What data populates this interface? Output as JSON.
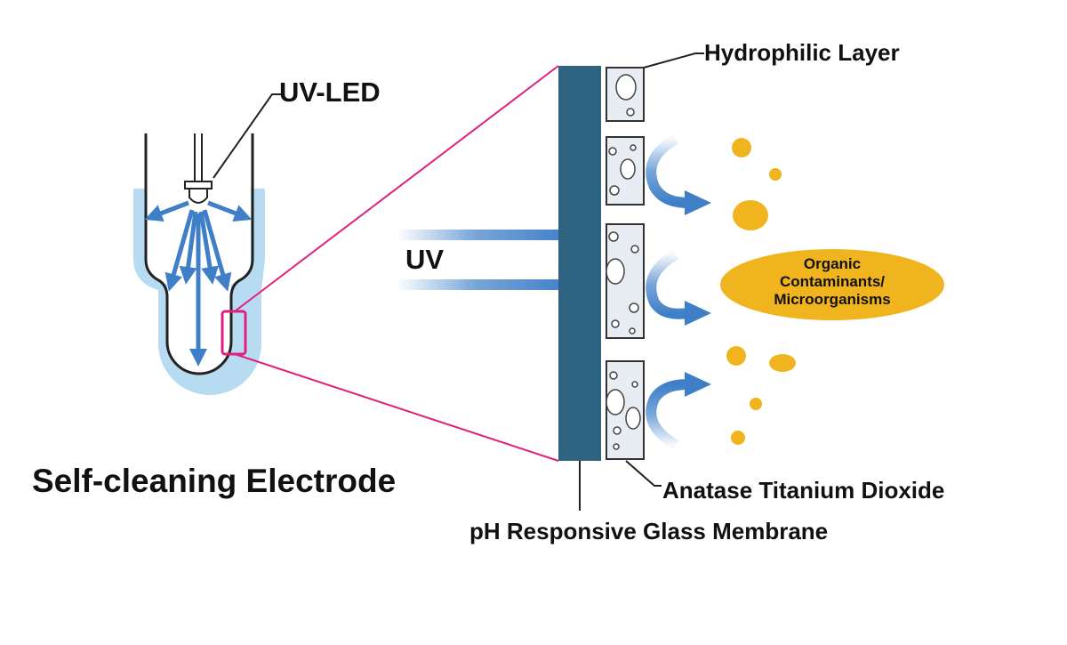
{
  "title": "Self-cleaning Electrode",
  "labels": {
    "uv_led": "UV-LED",
    "uv": "UV",
    "hydrophilic_layer": "Hydrophilic Layer",
    "anatase": "Anatase Titanium Dioxide",
    "ph_membrane": "pH Responsive Glass Membrane",
    "contaminants": [
      "Organic",
      "Contaminants/",
      "Microorganisms"
    ]
  },
  "colors": {
    "arrow_blue": "#3F7FC8",
    "glass_fill": "#B7DBF0",
    "membrane": "#2E6482",
    "zoom_line": "#E0207E",
    "particle": "#F0B41E",
    "cell_fill": "#E8EDF3",
    "outline": "#222222"
  }
}
